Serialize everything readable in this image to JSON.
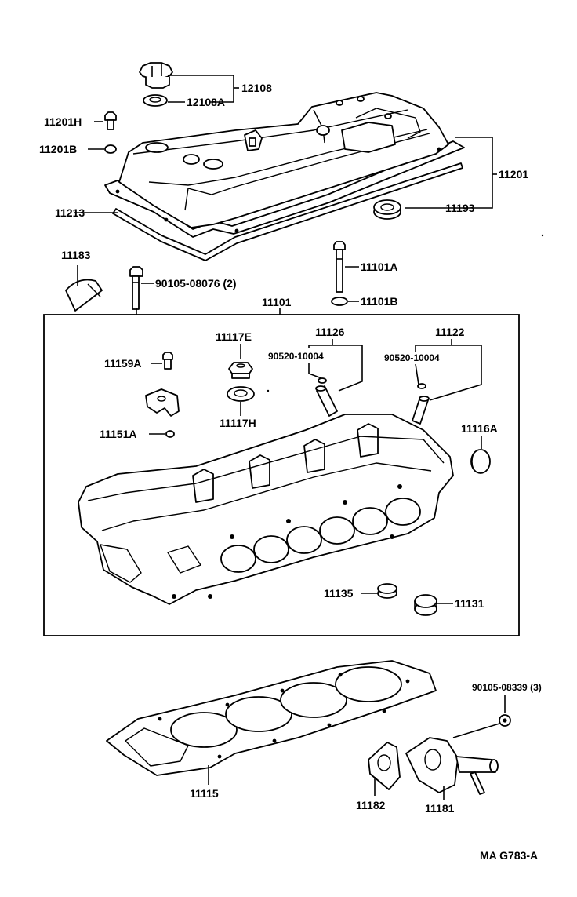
{
  "labels": {
    "p12108": "12108",
    "p12108A": "12108A",
    "p11201H": "11201H",
    "p11201B": "11201B",
    "p11201": "11201",
    "p11213": "11213",
    "p11193": "11193",
    "p11183": "11183",
    "p90105_08076": "90105-08076 (2)",
    "p11101A": "11101A",
    "p11101B": "11101B",
    "p11101": "11101",
    "p11126": "11126",
    "p11122": "11122",
    "p11117E": "11117E",
    "p90520_a": "90520-10004",
    "p90520_b": "90520-10004",
    "p11159A": "11159A",
    "p11117H": "11117H",
    "p11151A": "11151A",
    "p11116A": "11116A",
    "p11135": "11135",
    "p11131": "11131",
    "p90105_08339": "90105-08339 (3)",
    "p11115": "11115",
    "p11182": "11182",
    "p11181": "11181"
  },
  "footer": {
    "code": "MA  G783-A"
  }
}
